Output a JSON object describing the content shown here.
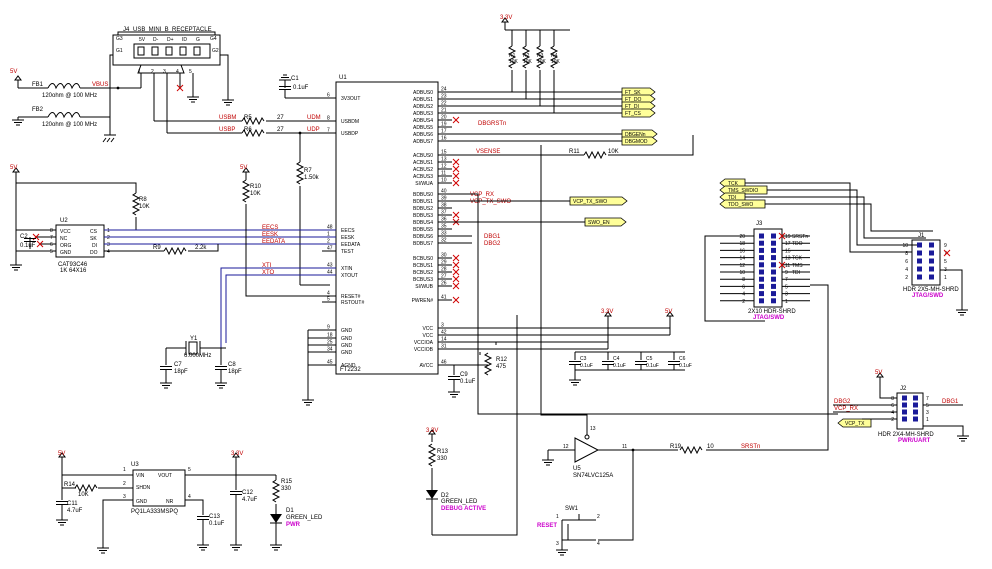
{
  "usb": {
    "ref": "J4",
    "name": "USB_MINI_B_RECEPTACLE",
    "shield": [
      "G3",
      "G4",
      "G1",
      "G2"
    ],
    "pins": [
      "5V",
      "D-",
      "D+",
      "ID",
      "G"
    ],
    "pin_nums": [
      "1",
      "2",
      "3",
      "4",
      "5"
    ]
  },
  "power": {
    "v5": "5V",
    "v33": "3.3V"
  },
  "fb": [
    {
      "ref": "FB1",
      "val": "120ohm @ 100 MHz",
      "net": "VBUS"
    },
    {
      "ref": "FB2",
      "val": "120ohm @ 100 MHz"
    }
  ],
  "caps": {
    "C1": {
      "ref": "C1",
      "val": "0.1uF"
    },
    "C2": {
      "ref": "C2",
      "val": "0.1uF"
    },
    "C3": {
      "ref": "C3",
      "val": "0.1uF"
    },
    "C4": {
      "ref": "C4",
      "val": "0.1uF"
    },
    "C5": {
      "ref": "C5",
      "val": "0.1uF"
    },
    "C6": {
      "ref": "C6",
      "val": "0.1uF"
    },
    "C7": {
      "ref": "C7",
      "val": "18pF"
    },
    "C8": {
      "ref": "C8",
      "val": "18pF"
    },
    "C9": {
      "ref": "C9",
      "val": "0.1uF"
    },
    "C11": {
      "ref": "C11",
      "val": "4.7uF"
    },
    "C12": {
      "ref": "C12",
      "val": "4.7uF"
    },
    "C13": {
      "ref": "C13",
      "val": "0.1uF"
    }
  },
  "res": {
    "R1": {
      "ref": "R1",
      "val": "10K"
    },
    "R2": {
      "ref": "R2",
      "val": "10K"
    },
    "R3": {
      "ref": "R3",
      "val": "10K"
    },
    "R4": {
      "ref": "R4",
      "val": "10K"
    },
    "R5": {
      "ref": "R5",
      "val": "27"
    },
    "R6": {
      "ref": "R6",
      "val": "27"
    },
    "R7": {
      "ref": "R7",
      "val": "1.50k"
    },
    "R8": {
      "ref": "R8",
      "val": "10K"
    },
    "R9": {
      "ref": "R9",
      "val": "2.2k"
    },
    "R10": {
      "ref": "R10",
      "val": "10K"
    },
    "R11": {
      "ref": "R11",
      "val": "10K"
    },
    "R12": {
      "ref": "R12",
      "val": "475"
    },
    "R13": {
      "ref": "R13",
      "val": "330"
    },
    "R14": {
      "ref": "R14",
      "val": "10K"
    },
    "R15": {
      "ref": "R15",
      "val": "330"
    },
    "R19": {
      "ref": "R19",
      "val": "10"
    }
  },
  "nets": {
    "usbm": "USBM",
    "usbp": "USBP",
    "udm": "UDM",
    "udp": "UDP",
    "eecs": "EECS",
    "eesk": "EESK",
    "eedata": "EEDATA",
    "xti": "XTI",
    "xto": "XTO",
    "dbgrstn": "DBGRSTn",
    "vsense": "VSENSE",
    "vcp_rx": "VCP_RX",
    "vcp_tx_swo": "VCP_TX_SWO",
    "dbg1": "DBG1",
    "dbg2": "DBG2",
    "srstn": "SRSTn"
  },
  "u1": {
    "ref": "U1",
    "part": "FT2232",
    "left": [
      [
        "6",
        "3V3OUT"
      ],
      [
        "8",
        "USBDM"
      ],
      [
        "7",
        "USBDP"
      ],
      [
        "48",
        "EECS"
      ],
      [
        "1",
        "EESK"
      ],
      [
        "2",
        "EEDATA"
      ],
      [
        "47",
        "TEST"
      ],
      [
        "43",
        "XTIN"
      ],
      [
        "44",
        "XTOUT"
      ],
      [
        "4",
        "RESET#"
      ],
      [
        "5",
        "RSTOUT#"
      ],
      [
        "9",
        "GND"
      ],
      [
        "18",
        "GND"
      ],
      [
        "25",
        "GND"
      ],
      [
        "34",
        "GND"
      ],
      [
        "45",
        "AGND"
      ]
    ],
    "right": [
      [
        "24",
        "ADBUS0"
      ],
      [
        "23",
        "ADBUS1"
      ],
      [
        "22",
        "ADBUS2"
      ],
      [
        "21",
        "ADBUS3"
      ],
      [
        "20",
        "ADBUS4"
      ],
      [
        "19",
        "ADBUS5"
      ],
      [
        "17",
        "ADBUS6"
      ],
      [
        "16",
        "ADBUS7"
      ],
      [
        "15",
        "ACBUS0"
      ],
      [
        "13",
        "ACBUS1"
      ],
      [
        "12",
        "ACBUS2"
      ],
      [
        "11",
        "ACBUS3"
      ],
      [
        "10",
        "SI/WUA"
      ],
      [
        "40",
        "BDBUS0"
      ],
      [
        "39",
        "BDBUS1"
      ],
      [
        "38",
        "BDBUS2"
      ],
      [
        "37",
        "BDBUS3"
      ],
      [
        "36",
        "BDBUS4"
      ],
      [
        "35",
        "BDBUS5"
      ],
      [
        "33",
        "BDBUS6"
      ],
      [
        "32",
        "BDBUS7"
      ],
      [
        "30",
        "BCBUS0"
      ],
      [
        "29",
        "BCBUS1"
      ],
      [
        "28",
        "BCBUS2"
      ],
      [
        "27",
        "BCBUS3"
      ],
      [
        "26",
        "SI/WUB"
      ],
      [
        "41",
        "PWREN#"
      ],
      [
        "3",
        "VCC"
      ],
      [
        "42",
        "VCC"
      ],
      [
        "14",
        "VCCIOA"
      ],
      [
        "31",
        "VCCIOB"
      ],
      [
        "46",
        "AVCC"
      ]
    ]
  },
  "u2": {
    "ref": "U2",
    "part": "CAT93C46",
    "sub": "1K 64X16",
    "left": [
      [
        "CS",
        "1"
      ],
      [
        "SK",
        "2"
      ],
      [
        "DI",
        "3"
      ],
      [
        "DO",
        "4"
      ]
    ],
    "right": [
      [
        "VCC",
        "8"
      ],
      [
        "NC",
        "7"
      ],
      [
        "ORG",
        "6"
      ],
      [
        "GND",
        "5"
      ]
    ]
  },
  "u3": {
    "ref": "U3",
    "part": "PQ1LA333MSPQ",
    "pins": [
      [
        "1",
        "VIN"
      ],
      [
        "2",
        "SHDN"
      ],
      [
        "3",
        "GND"
      ],
      [
        "4",
        "NR"
      ],
      [
        "5",
        "VOUT"
      ]
    ]
  },
  "u5": {
    "ref": "U5",
    "part": "SN74LVC125A",
    "pins": [
      "12",
      "13",
      "11"
    ]
  },
  "y1": {
    "ref": "Y1",
    "val": "6.000MHz"
  },
  "flags": {
    "ft_sk": "FT_SK",
    "ft_do": "FT_DO",
    "ft_di": "FT_DI",
    "ft_cs": "FT_CS",
    "dbgenn": "DBGENn",
    "dbgmod": "DBGMOD",
    "vcp_tx_swo": "VCP_TX_SWO",
    "swo_en": "SWO_EN",
    "tck": "TCK",
    "tms_swdio": "TMS_SWDIO",
    "tdi": "TDI",
    "tdo_swo": "TDO_SWO",
    "vcp_tx": "VCP_TX"
  },
  "j3": {
    "ref": "J3",
    "name": "2X10 HDR-SHRD",
    "sub": "JTAG/SWD",
    "left": [
      "20",
      "18",
      "16",
      "14",
      "12",
      "10",
      "8",
      "6",
      "4",
      "2"
    ],
    "right": [
      "19",
      "17",
      "15",
      "13",
      "11",
      "9",
      "7",
      "5",
      "3",
      "1"
    ],
    "tags": [
      "SRSTn",
      "TDO",
      "",
      "TCK",
      "TMS",
      "TDI"
    ]
  },
  "j1": {
    "ref": "J1",
    "name": "HDR 2X5-MH-SHRD",
    "sub": "JTAG/SWD",
    "left": [
      "10",
      "8",
      "6",
      "4",
      "2"
    ],
    "right": [
      "9",
      "7",
      "5",
      "3",
      "1"
    ]
  },
  "j2": {
    "ref": "J2",
    "name": "HDR 2X4-MH-SHRD",
    "sub": "PWR/UART",
    "left": [
      "8",
      "6",
      "4",
      "2"
    ],
    "right": [
      "7",
      "5",
      "3",
      "1"
    ],
    "nets": [
      "DBG2",
      "VCP_RX",
      "DBG1"
    ]
  },
  "leds": {
    "D1": {
      "ref": "D1",
      "color": "GREEN_LED",
      "label": "PWR"
    },
    "D2": {
      "ref": "D2",
      "color": "GREEN_LED",
      "label": "DEBUG ACTIVE"
    }
  },
  "sw1": {
    "ref": "SW1",
    "label": "RESET",
    "pins": [
      "1",
      "2",
      "3",
      "4"
    ]
  }
}
